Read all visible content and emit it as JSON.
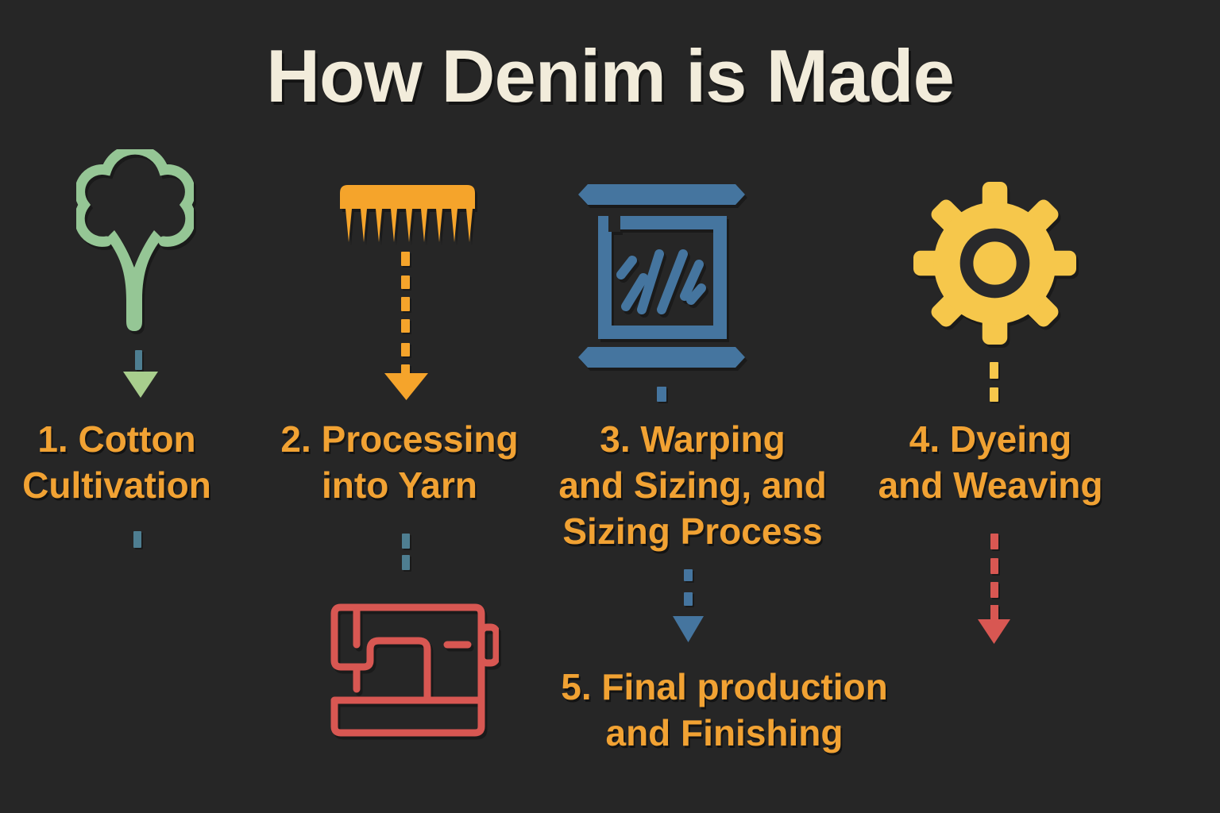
{
  "title": "How Denim is Made",
  "steps": [
    {
      "name": "Cotton Cultivation",
      "label_lines": [
        "1. Cotton",
        "Cultivation"
      ],
      "icon": "cotton-plant",
      "icon_color": "#95C695"
    },
    {
      "name": "Processing into Yarn",
      "label_lines": [
        "2. Processing",
        "into Yarn"
      ],
      "icon": "carding-comb",
      "icon_color": "#F5A42B"
    },
    {
      "name": "Warping and Sizing, and Sizing Process",
      "label_lines": [
        "3. Warping",
        "and Sizing, and",
        "Sizing Process"
      ],
      "icon": "warping-loom",
      "icon_color": "#45759F"
    },
    {
      "name": "Dyeing and Weaving",
      "label_lines": [
        "4. Dyeing",
        "and Weaving"
      ],
      "icon": "gear",
      "icon_color": "#F6C74B"
    },
    {
      "name": "Final production and Finishing",
      "label_lines": [
        "5. Final production",
        "and Finishing"
      ],
      "icon": "sewing-machine",
      "icon_color": "#D85752"
    }
  ],
  "colors": {
    "background": "#262626",
    "title_text": "#F2ECDB",
    "label_text": "#F1A233",
    "green": "#95C695",
    "light_green": "#A8CE8D",
    "teal": "#4E7E91",
    "blue": "#45759F",
    "yellow": "#F6C74B",
    "red": "#D85752",
    "orange": "#F5A42B"
  }
}
